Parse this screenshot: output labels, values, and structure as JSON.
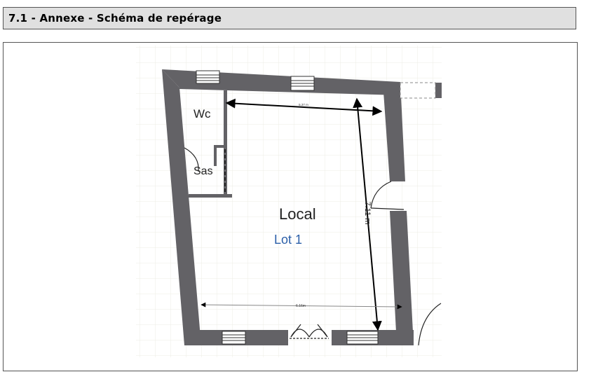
{
  "header": {
    "title": "7.1 - Annexe - Schéma de repérage"
  },
  "plan": {
    "rooms": {
      "wc": "Wc",
      "sas": "Sas",
      "local": "Local",
      "lot": "Lot 1"
    },
    "dimensions": {
      "top": "5.37 m",
      "right": "7.11 m",
      "bottom": "6.16m"
    },
    "colors": {
      "wall": "#636266",
      "grid": "#ecece4",
      "lot_text": "#2b5fa8",
      "label_text": "#222222"
    }
  }
}
